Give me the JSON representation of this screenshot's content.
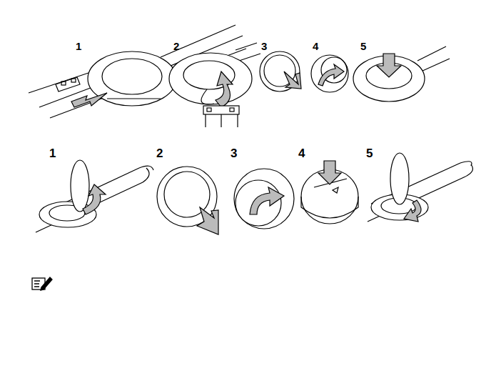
{
  "diagram": {
    "labels": [
      "1",
      "2",
      "3",
      "4",
      "5",
      "1",
      "2",
      "3",
      "4",
      "5"
    ]
  }
}
